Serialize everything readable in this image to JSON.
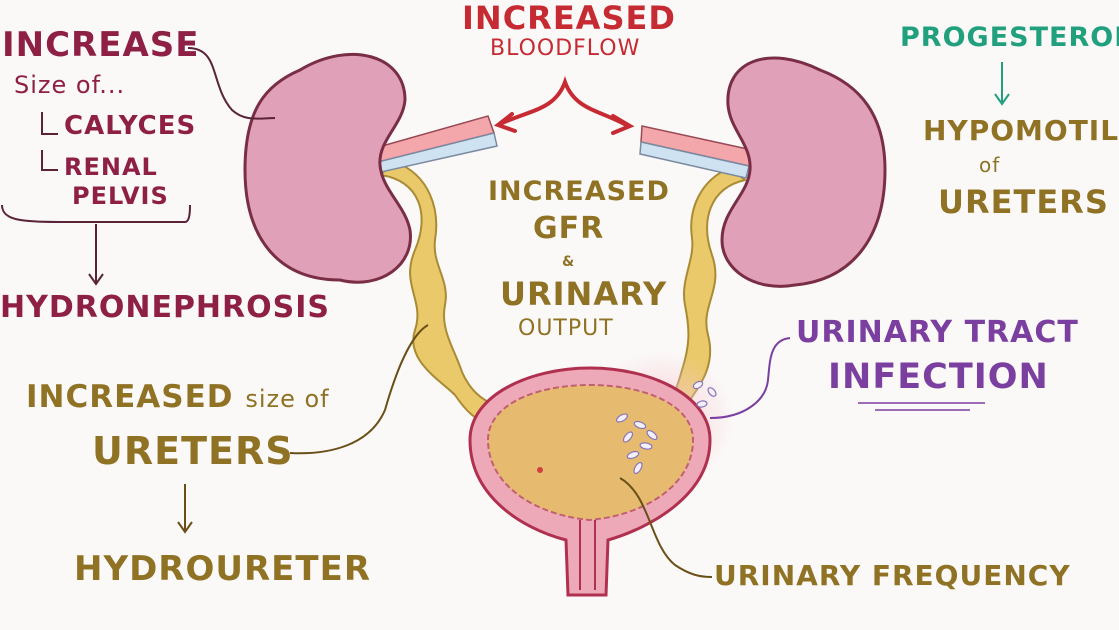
{
  "top": {
    "title": "Increased",
    "subtitle": "Bloodflow"
  },
  "left_top": {
    "heading": "Increase",
    "sub": "Size of...",
    "item1": "Calyces",
    "item2_line1": "Renal",
    "item2_line2": "Pelvis",
    "result": "Hydronephrosis"
  },
  "left_bottom": {
    "line1_strong": "Increased",
    "line1_light": "size of",
    "line2": "Ureters",
    "result": "Hydroureter"
  },
  "center": {
    "line1": "Increased",
    "line2": "GFR",
    "amp": "&",
    "line3": "Urinary",
    "line4": "Output"
  },
  "right_top": {
    "cause": "Progesterone",
    "effect_line1": "Hypomotility",
    "effect_line2": "of",
    "effect_line3": "Ureters"
  },
  "right_mid": {
    "line1": "Urinary Tract",
    "line2": "Infection"
  },
  "right_bottom": {
    "label": "Urinary Frequency"
  },
  "colors": {
    "kidney": "#e0a0b8",
    "kidney_outline": "#7a2e46",
    "ureter": "#e9c96a",
    "bladder_wall": "#eea9b9",
    "bladder_inner": "#e6bb70",
    "maroon": "#8e1f45",
    "gold": "#8f7224",
    "green": "#21a07e",
    "purple": "#7b3fa0",
    "red": "#c62a33"
  }
}
